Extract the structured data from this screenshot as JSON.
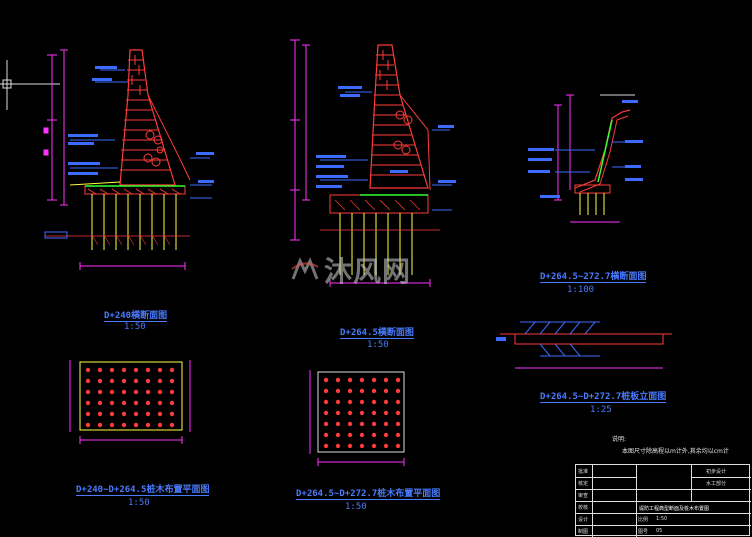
{
  "watermark": {
    "text": "沐风网"
  },
  "views": {
    "section_a": {
      "caption": "D+240横断面图",
      "scale": "1:50"
    },
    "section_b": {
      "caption": "D+264.5横断面图",
      "scale": "1:50"
    },
    "section_c": {
      "caption": "D+264.5~272.7横断面图",
      "scale": "1:100"
    },
    "plan_a": {
      "caption": "D+240~D+264.5桩木布置平面图",
      "scale": "1:50"
    },
    "plan_b": {
      "caption": "D+264.5~D+272.7桩木布置平面图",
      "scale": "1:50"
    },
    "elevation": {
      "caption": "D+264.5~D+272.7桩板立面图",
      "scale": "1:25"
    }
  },
  "note": {
    "heading": "说明:",
    "line": "本图尺寸除高程以m计外,其余均以cm计"
  },
  "title_block": {
    "rows_left": [
      "批准",
      "核定",
      "审查",
      "校核",
      "设计",
      "制图"
    ],
    "stage_label": "初步设计",
    "part_label": "水工部分",
    "drawing_title": "堤防工程典型断面及桩木布置图",
    "scale_label": "比例",
    "scale_value": "1:50",
    "number_label": "图号",
    "number_value": "05"
  },
  "colors": {
    "background": "#000000",
    "structure": "#ff3b3b",
    "dimension": "#ff33ff",
    "pile": "#ffff44",
    "annotation": "#3b6bff",
    "ground": "#33ff33",
    "frame": "#dddddd"
  }
}
